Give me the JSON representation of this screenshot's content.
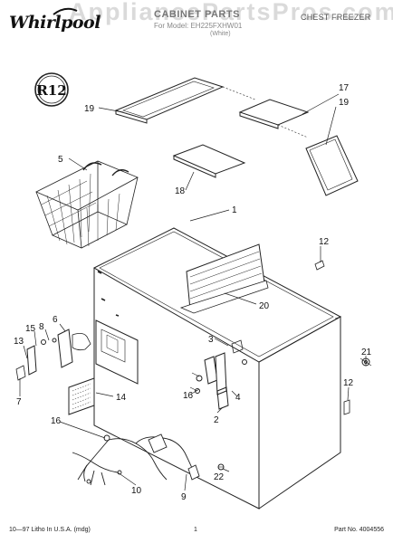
{
  "header": {
    "brand": "Whirlpool",
    "title": "CABINET PARTS",
    "model_line": "For Model: EH225FXHW01",
    "model_sub": "(White)",
    "product": "CHEST FREEZER",
    "watermark": "AppliancePartsPros.com"
  },
  "badge": {
    "text": "R12"
  },
  "callouts": [
    "19",
    "17",
    "19",
    "5",
    "18",
    "1",
    "12",
    "20",
    "15",
    "6",
    "8",
    "13",
    "3",
    "21",
    "14",
    "16",
    "4",
    "7",
    "12",
    "2",
    "16",
    "10",
    "9",
    "22"
  ],
  "footer": {
    "left": "10—97 Litho In U.S.A. (mdg)",
    "center": "1",
    "right": "Part No. 4004556"
  },
  "colors": {
    "line": "#222222",
    "watermark": "#969696"
  }
}
